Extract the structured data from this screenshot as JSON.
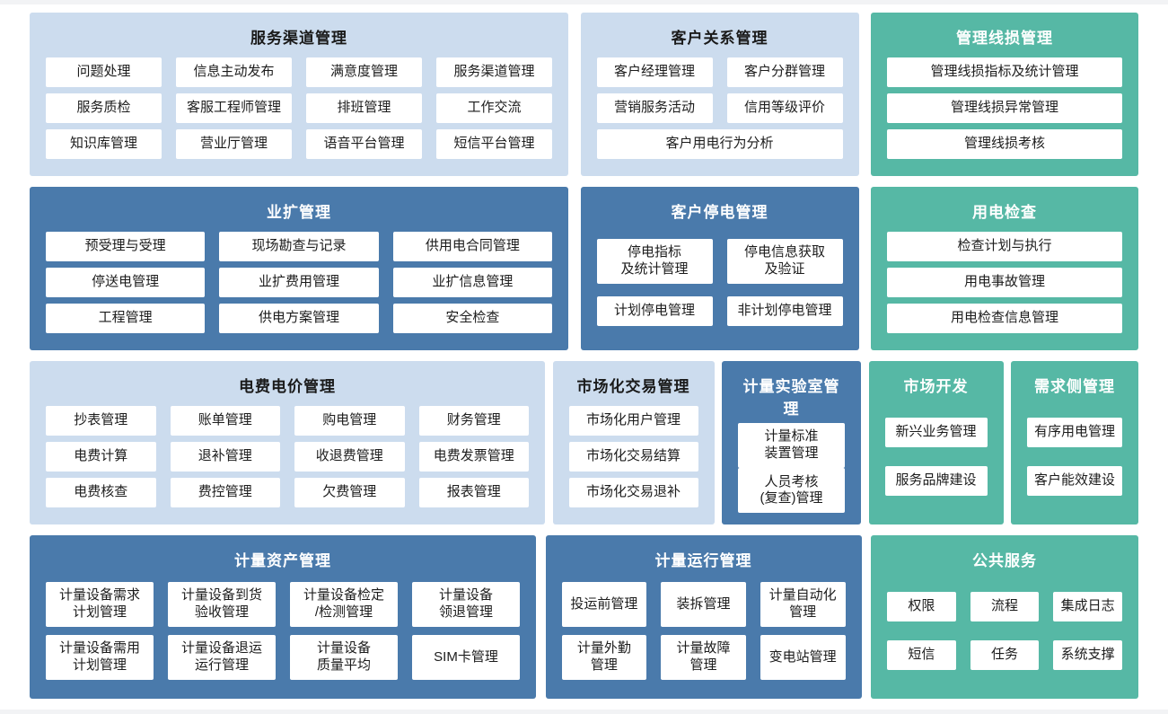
{
  "colors": {
    "panel_light": "#ccdcee",
    "panel_dark": "#4a7aab",
    "panel_teal": "#56b8a5",
    "item_bg": "#ffffff",
    "item_text": "#1c1c1c",
    "title_on_light": "#1a1a1a",
    "title_on_color": "#ffffff"
  },
  "panels": [
    {
      "id": "service-channel",
      "title": "服务渠道管理",
      "theme": "light",
      "rows": [
        [
          "问题处理",
          "信息主动发布",
          "满意度管理",
          "服务渠道管理"
        ],
        [
          "服务质检",
          "客服工程师管理",
          "排班管理",
          "工作交流"
        ],
        [
          "知识库管理",
          "营业厅管理",
          "语音平台管理",
          "短信平台管理"
        ]
      ]
    },
    {
      "id": "customer-relationship",
      "title": "客户关系管理",
      "theme": "light",
      "rows": [
        [
          "客户经理管理",
          "客户分群管理"
        ],
        [
          "营销服务活动",
          "信用等级评价"
        ],
        [
          "客户用电行为分析"
        ]
      ]
    },
    {
      "id": "line-loss",
      "title": "管理线损管理",
      "theme": "teal",
      "rows": [
        [
          "管理线损指标及统计管理"
        ],
        [
          "管理线损异常管理"
        ],
        [
          "管理线损考核"
        ]
      ]
    },
    {
      "id": "business-expansion",
      "title": "业扩管理",
      "theme": "dark",
      "rows": [
        [
          "预受理与受理",
          "现场勘查与记录",
          "供用电合同管理"
        ],
        [
          "停送电管理",
          "业扩费用管理",
          "业扩信息管理"
        ],
        [
          "工程管理",
          "供电方案管理",
          "安全检查"
        ]
      ]
    },
    {
      "id": "customer-outage",
      "title": "客户停电管理",
      "theme": "dark",
      "rows": [
        [
          "停电指标\n及统计管理",
          "停电信息获取\n及验证"
        ],
        [
          "计划停电管理",
          "非计划停电管理"
        ]
      ]
    },
    {
      "id": "power-inspection",
      "title": "用电检查",
      "theme": "teal",
      "rows": [
        [
          "检查计划与执行"
        ],
        [
          "用电事故管理"
        ],
        [
          "用电检查信息管理"
        ]
      ]
    },
    {
      "id": "billing-pricing",
      "title": "电费电价管理",
      "theme": "light",
      "rows": [
        [
          "抄表管理",
          "账单管理",
          "购电管理",
          "财务管理"
        ],
        [
          "电费计算",
          "退补管理",
          "收退费管理",
          "电费发票管理"
        ],
        [
          "电费核查",
          "费控管理",
          "欠费管理",
          "报表管理"
        ]
      ]
    },
    {
      "id": "market-trading",
      "title": "市场化交易管理",
      "theme": "light",
      "rows": [
        [
          "市场化用户管理"
        ],
        [
          "市场化交易结算"
        ],
        [
          "市场化交易退补"
        ]
      ]
    },
    {
      "id": "metering-lab",
      "title": "计量实验室管理",
      "theme": "dark",
      "rows": [
        [
          "计量标准\n装置管理"
        ],
        [
          "人员考核\n(复查)管理"
        ]
      ]
    },
    {
      "id": "market-development",
      "title": "市场开发",
      "theme": "teal",
      "rows": [
        [
          "新兴业务管理"
        ],
        [
          "服务品牌建设"
        ]
      ]
    },
    {
      "id": "demand-side",
      "title": "需求侧管理",
      "theme": "teal",
      "rows": [
        [
          "有序用电管理"
        ],
        [
          "客户能效建设"
        ]
      ]
    },
    {
      "id": "metering-assets",
      "title": "计量资产管理",
      "theme": "dark",
      "rows": [
        [
          "计量设备需求\n计划管理",
          "计量设备到货\n验收管理",
          "计量设备检定\n/检测管理",
          "计量设备\n领退管理"
        ],
        [
          "计量设备需用\n计划管理",
          "计量设备退运\n运行管理",
          "计量设备\n质量平均",
          "SIM卡管理"
        ]
      ]
    },
    {
      "id": "metering-operation",
      "title": "计量运行管理",
      "theme": "dark",
      "rows": [
        [
          "投运前管理",
          "装拆管理",
          "计量自动化\n管理"
        ],
        [
          "计量外勤\n管理",
          "计量故障\n管理",
          "变电站管理"
        ]
      ]
    },
    {
      "id": "public-service",
      "title": "公共服务",
      "theme": "teal",
      "rows": [
        [
          "权限",
          "流程",
          "集成日志"
        ],
        [
          "短信",
          "任务",
          "系统支撑"
        ]
      ]
    }
  ]
}
